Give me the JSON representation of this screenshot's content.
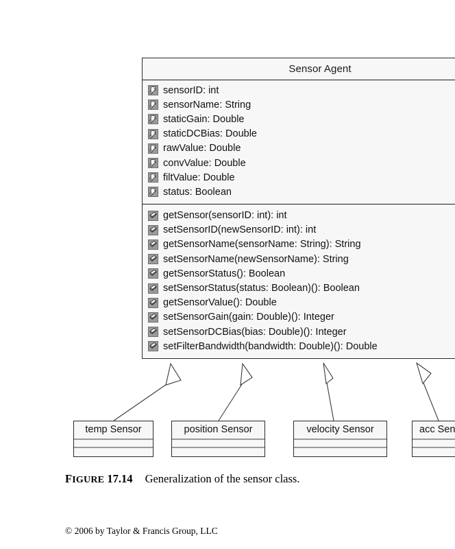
{
  "diagram": {
    "type": "uml-class-diagram",
    "parent_class": {
      "name": "Sensor Agent",
      "attributes": [
        {
          "icon": "attribute-icon",
          "text": "sensorID: int"
        },
        {
          "icon": "attribute-icon",
          "text": "sensorName: String"
        },
        {
          "icon": "attribute-icon",
          "text": "staticGain: Double"
        },
        {
          "icon": "attribute-icon",
          "text": "staticDCBias: Double"
        },
        {
          "icon": "attribute-icon",
          "text": "rawValue: Double"
        },
        {
          "icon": "attribute-icon",
          "text": "convValue: Double"
        },
        {
          "icon": "attribute-icon",
          "text": "filtValue: Double"
        },
        {
          "icon": "attribute-icon",
          "text": "status: Boolean"
        }
      ],
      "operations": [
        {
          "icon": "operation-icon",
          "text": "getSensor(sensorID: int): int"
        },
        {
          "icon": "operation-icon",
          "text": "setSensorID(newSensorID: int): int"
        },
        {
          "icon": "operation-icon",
          "text": "getSensorName(sensorName: String): String"
        },
        {
          "icon": "operation-icon",
          "text": "setSensorName(newSensorName): String"
        },
        {
          "icon": "operation-icon",
          "text": "getSensorStatus(): Boolean"
        },
        {
          "icon": "operation-icon",
          "text": "setSensorStatus(status: Boolean)(): Boolean"
        },
        {
          "icon": "operation-icon",
          "text": "getSensorValue(): Double"
        },
        {
          "icon": "operation-icon",
          "text": "setSensorGain(gain: Double)(): Integer"
        },
        {
          "icon": "operation-icon",
          "text": "setSensorDCBias(bias: Double)(): Integer"
        },
        {
          "icon": "operation-icon",
          "text": "setFilterBandwidth(bandwidth: Double)(): Double"
        }
      ]
    },
    "subclasses": [
      {
        "name": "temp Sensor"
      },
      {
        "name": "position Sensor"
      },
      {
        "name": "velocity Sensor"
      },
      {
        "name": "acc Sensor"
      }
    ],
    "relationship": "generalization"
  },
  "caption": {
    "figure_word": "Figure",
    "figure_number": "17.14",
    "text": "Generalization of the sensor class."
  },
  "copyright": "© 2006 by Taylor & Francis Group, LLC",
  "colors": {
    "page_background": "#ffffff",
    "box_fill": "#f7f7f7",
    "box_border": "#2b2b2b",
    "divider": "#9a9a9a",
    "icon_fill": "#8f8f8f",
    "text": "#111111"
  }
}
